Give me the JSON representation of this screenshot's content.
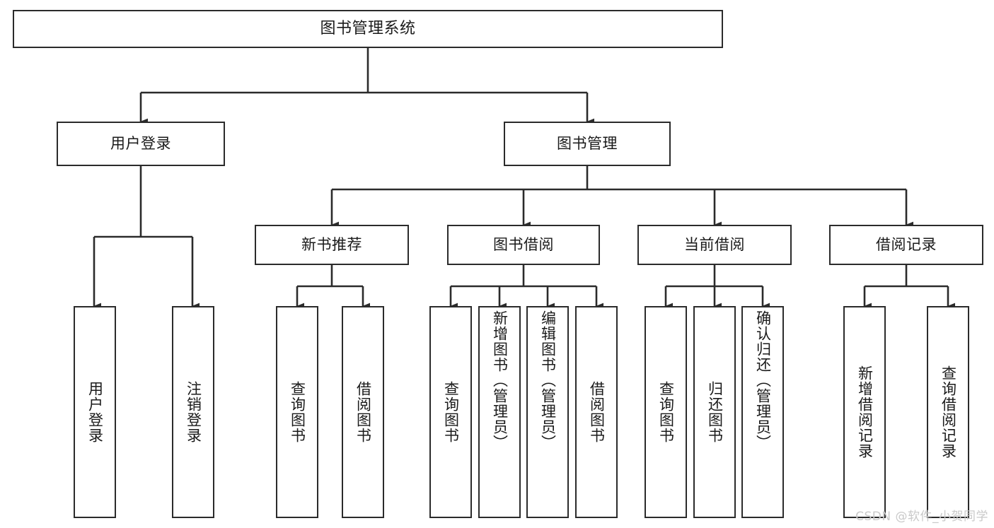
{
  "diagram": {
    "type": "hierarchy-tree",
    "title": "图书管理系统",
    "levels": 4,
    "orientation": "top-down",
    "edge_style": "orthogonal-arrow",
    "colors": {
      "stroke": "#2b2b2b",
      "fill": "#ffffff",
      "text": "#1a1a1a",
      "watermark": "#c9c9c9"
    }
  },
  "root": {
    "label": "图书管理系统"
  },
  "level2": [
    {
      "id": "user-login",
      "label": "用户登录"
    },
    {
      "id": "book-manage",
      "label": "图书管理"
    }
  ],
  "level3": [
    {
      "id": "new-book-recommend",
      "label": "新书推荐",
      "parent": "book-manage"
    },
    {
      "id": "book-borrow",
      "label": "图书借阅",
      "parent": "book-manage"
    },
    {
      "id": "current-borrow",
      "label": "当前借阅",
      "parent": "book-manage"
    },
    {
      "id": "borrow-record",
      "label": "借阅记录",
      "parent": "book-manage"
    }
  ],
  "leaves": [
    {
      "id": "leaf-user-login",
      "label": "用户登录",
      "parent": "user-login"
    },
    {
      "id": "leaf-logout",
      "label": "注销登录",
      "parent": "user-login"
    },
    {
      "id": "leaf-query-book-1",
      "label": "查询图书",
      "parent": "new-book-recommend"
    },
    {
      "id": "leaf-borrow-book-1",
      "label": "借阅图书",
      "parent": "new-book-recommend"
    },
    {
      "id": "leaf-query-book-2",
      "label": "查询图书",
      "parent": "book-borrow"
    },
    {
      "id": "leaf-add-book",
      "label": "新增图书（管理员）",
      "parent": "book-borrow"
    },
    {
      "id": "leaf-edit-book",
      "label": "编辑图书（管理员）",
      "parent": "book-borrow"
    },
    {
      "id": "leaf-borrow-book-2",
      "label": "借阅图书",
      "parent": "book-borrow"
    },
    {
      "id": "leaf-query-book-3",
      "label": "查询图书",
      "parent": "current-borrow"
    },
    {
      "id": "leaf-return-book",
      "label": "归还图书",
      "parent": "current-borrow"
    },
    {
      "id": "leaf-confirm-return",
      "label": "确认归还（管理员）",
      "parent": "current-borrow"
    },
    {
      "id": "leaf-add-record",
      "label": "新增借阅记录",
      "parent": "borrow-record"
    },
    {
      "id": "leaf-query-record",
      "label": "查询借阅记录",
      "parent": "borrow-record"
    }
  ],
  "watermark": {
    "text": "CSDN @软件_小贺同学"
  }
}
